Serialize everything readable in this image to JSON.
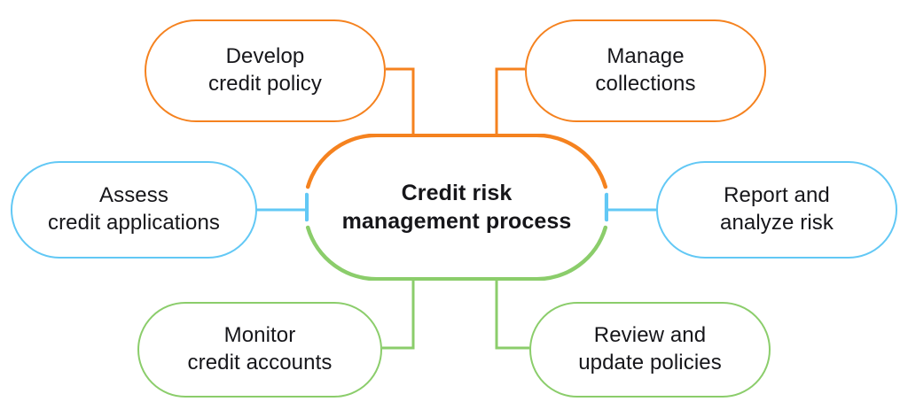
{
  "diagram": {
    "title": "Credit risk management process",
    "type": "hub-and-spoke-cycle",
    "center": {
      "label": "Credit risk\nmanagement process",
      "shape": "stadium",
      "segment_colors": {
        "top": "#f5821f",
        "left": "#62c8f5",
        "right": "#62c8f5",
        "bottom": "#8bcd6b"
      }
    },
    "colors": {
      "orange": "#f5821f",
      "blue": "#62c8f5",
      "green": "#8bcd6b",
      "text": "#16161a",
      "background": "#ffffff"
    },
    "nodes": [
      {
        "id": "develop-credit-policy",
        "label": "Develop\ncredit policy",
        "color": "#f5821f",
        "position": "top-left",
        "connector": "elbow"
      },
      {
        "id": "manage-collections",
        "label": "Manage\ncollections",
        "color": "#f5821f",
        "position": "top-right",
        "connector": "elbow"
      },
      {
        "id": "assess-credit-applications",
        "label": "Assess\ncredit applications",
        "color": "#62c8f5",
        "position": "middle-left",
        "connector": "straight"
      },
      {
        "id": "report-and-analyze-risk",
        "label": "Report and\nanalyze risk",
        "color": "#62c8f5",
        "position": "middle-right",
        "connector": "straight"
      },
      {
        "id": "monitor-credit-accounts",
        "label": "Monitor\ncredit accounts",
        "color": "#8bcd6b",
        "position": "bottom-left",
        "connector": "elbow"
      },
      {
        "id": "review-and-update-policies",
        "label": "Review and\nupdate policies",
        "color": "#8bcd6b",
        "position": "bottom-right",
        "connector": "elbow"
      }
    ]
  }
}
